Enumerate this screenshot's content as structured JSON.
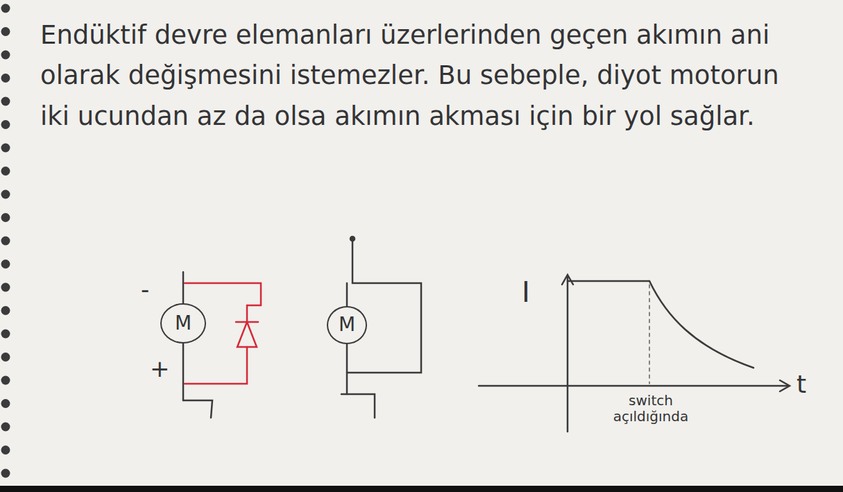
{
  "diagram": {
    "nodes": [
      {
        "text": [
          "M"
        ]
      },
      {
        "text": [
          "M"
        ]
      }
    ],
    "labels": [
      "Endüktif devre elemanları üzerlerinden geçen akımın ani olarak değişmesini istemezler. Bu sebeple, diyot motorun iki ucundan az da olsa akımın akması için bir yol sağlar.",
      "-",
      "+",
      "I",
      "t",
      "switch açıldığında"
    ]
  }
}
